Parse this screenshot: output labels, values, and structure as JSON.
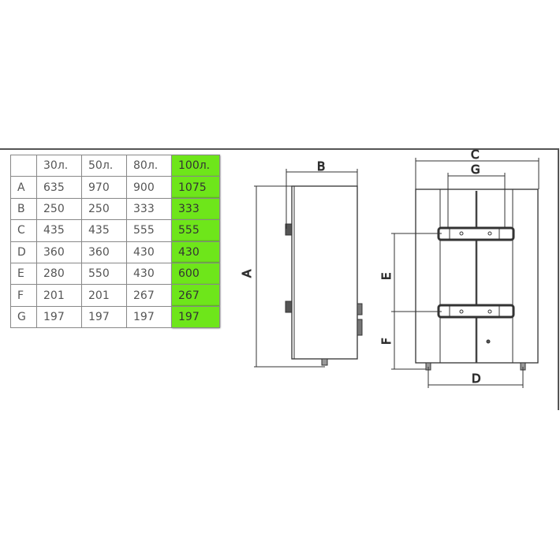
{
  "table": {
    "headers": [
      "",
      "30л.",
      "50л.",
      "80л.",
      "100л."
    ],
    "rows": [
      [
        "A",
        "635",
        "970",
        "900",
        "1075"
      ],
      [
        "B",
        "250",
        "250",
        "333",
        "333"
      ],
      [
        "C",
        "435",
        "435",
        "555",
        "555"
      ],
      [
        "D",
        "360",
        "360",
        "430",
        "430"
      ],
      [
        "E",
        "280",
        "550",
        "430",
        "600"
      ],
      [
        "F",
        "201",
        "201",
        "267",
        "267"
      ],
      [
        "G",
        "197",
        "197",
        "197",
        "197"
      ]
    ],
    "highlight_color": "#6ee61a"
  },
  "diagram": {
    "labels": {
      "A": "A",
      "B": "B",
      "C": "C",
      "D": "D",
      "E": "E",
      "F": "F",
      "G": "G"
    }
  }
}
